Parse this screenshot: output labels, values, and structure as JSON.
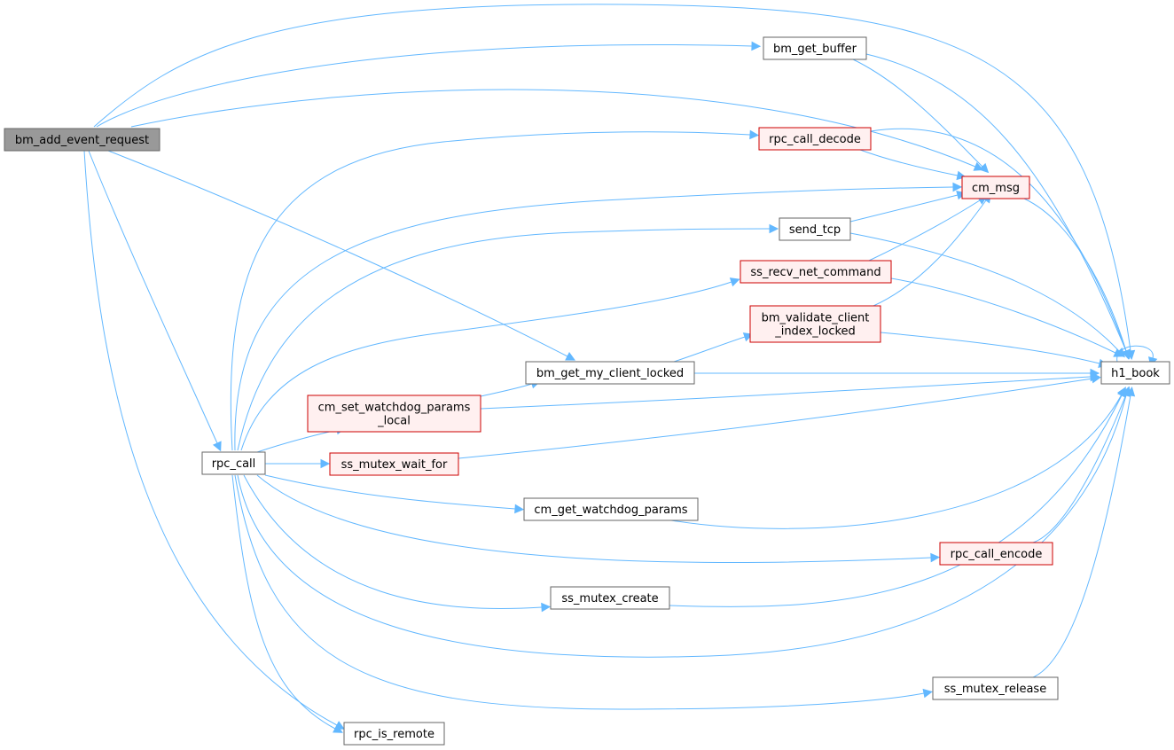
{
  "colors": {
    "edge": "#63b8ff",
    "root_fill": "#999999",
    "red_border": "#cc0000",
    "red_fill": "#fff0f0",
    "plain_border": "#666666"
  },
  "nodes": [
    {
      "id": "bm_add_event_request",
      "lines": [
        "bm_add_event_request"
      ],
      "style": "root"
    },
    {
      "id": "bm_get_buffer",
      "lines": [
        "bm_get_buffer"
      ],
      "style": "plain"
    },
    {
      "id": "rpc_call_decode",
      "lines": [
        "rpc_call_decode"
      ],
      "style": "red"
    },
    {
      "id": "cm_msg",
      "lines": [
        "cm_msg"
      ],
      "style": "red"
    },
    {
      "id": "send_tcp",
      "lines": [
        "send_tcp"
      ],
      "style": "plain"
    },
    {
      "id": "ss_recv_net_command",
      "lines": [
        "ss_recv_net_command"
      ],
      "style": "red"
    },
    {
      "id": "bm_validate_client_index_locked",
      "lines": [
        "bm_validate_client",
        "_index_locked"
      ],
      "style": "red"
    },
    {
      "id": "bm_get_my_client_locked",
      "lines": [
        "bm_get_my_client_locked"
      ],
      "style": "plain"
    },
    {
      "id": "h1_book",
      "lines": [
        "h1_book"
      ],
      "style": "plain"
    },
    {
      "id": "cm_set_watchdog_params_local",
      "lines": [
        "cm_set_watchdog_params",
        "_local"
      ],
      "style": "red"
    },
    {
      "id": "rpc_call",
      "lines": [
        "rpc_call"
      ],
      "style": "plain"
    },
    {
      "id": "ss_mutex_wait_for",
      "lines": [
        "ss_mutex_wait_for"
      ],
      "style": "red"
    },
    {
      "id": "cm_get_watchdog_params",
      "lines": [
        "cm_get_watchdog_params"
      ],
      "style": "plain"
    },
    {
      "id": "rpc_call_encode",
      "lines": [
        "rpc_call_encode"
      ],
      "style": "red"
    },
    {
      "id": "ss_mutex_create",
      "lines": [
        "ss_mutex_create"
      ],
      "style": "plain"
    },
    {
      "id": "ss_mutex_release",
      "lines": [
        "ss_mutex_release"
      ],
      "style": "plain"
    },
    {
      "id": "rpc_is_remote",
      "lines": [
        "rpc_is_remote"
      ],
      "style": "plain"
    }
  ],
  "edges": [
    {
      "from": "bm_add_event_request",
      "to": "bm_get_buffer"
    },
    {
      "from": "bm_add_event_request",
      "to": "h1_book"
    },
    {
      "from": "bm_add_event_request",
      "to": "cm_msg"
    },
    {
      "from": "bm_add_event_request",
      "to": "bm_get_my_client_locked"
    },
    {
      "from": "bm_add_event_request",
      "to": "rpc_call"
    },
    {
      "from": "bm_add_event_request",
      "to": "rpc_is_remote"
    },
    {
      "from": "bm_get_buffer",
      "to": "cm_msg"
    },
    {
      "from": "bm_get_buffer",
      "to": "h1_book"
    },
    {
      "from": "rpc_call_decode",
      "to": "cm_msg"
    },
    {
      "from": "rpc_call_decode",
      "to": "h1_book"
    },
    {
      "from": "cm_msg",
      "to": "h1_book"
    },
    {
      "from": "send_tcp",
      "to": "cm_msg"
    },
    {
      "from": "send_tcp",
      "to": "h1_book"
    },
    {
      "from": "ss_recv_net_command",
      "to": "cm_msg"
    },
    {
      "from": "ss_recv_net_command",
      "to": "h1_book"
    },
    {
      "from": "bm_validate_client_index_locked",
      "to": "cm_msg"
    },
    {
      "from": "bm_validate_client_index_locked",
      "to": "h1_book"
    },
    {
      "from": "bm_get_my_client_locked",
      "to": "bm_validate_client_index_locked"
    },
    {
      "from": "bm_get_my_client_locked",
      "to": "h1_book"
    },
    {
      "from": "h1_book",
      "to": "h1_book"
    },
    {
      "from": "cm_set_watchdog_params_local",
      "to": "bm_get_my_client_locked"
    },
    {
      "from": "cm_set_watchdog_params_local",
      "to": "h1_book"
    },
    {
      "from": "ss_mutex_wait_for",
      "to": "h1_book"
    },
    {
      "from": "cm_get_watchdog_params",
      "to": "h1_book"
    },
    {
      "from": "rpc_call_encode",
      "to": "h1_book"
    },
    {
      "from": "ss_mutex_create",
      "to": "h1_book"
    },
    {
      "from": "ss_mutex_release",
      "to": "h1_book"
    },
    {
      "from": "rpc_call",
      "to": "rpc_call_decode"
    },
    {
      "from": "rpc_call",
      "to": "cm_msg"
    },
    {
      "from": "rpc_call",
      "to": "send_tcp"
    },
    {
      "from": "rpc_call",
      "to": "ss_recv_net_command"
    },
    {
      "from": "rpc_call",
      "to": "cm_set_watchdog_params_local"
    },
    {
      "from": "rpc_call",
      "to": "ss_mutex_wait_for"
    },
    {
      "from": "rpc_call",
      "to": "cm_get_watchdog_params"
    },
    {
      "from": "rpc_call",
      "to": "rpc_call_encode"
    },
    {
      "from": "rpc_call",
      "to": "ss_mutex_create"
    },
    {
      "from": "rpc_call",
      "to": "h1_book"
    },
    {
      "from": "rpc_call",
      "to": "ss_mutex_release"
    },
    {
      "from": "rpc_call",
      "to": "rpc_is_remote"
    }
  ]
}
